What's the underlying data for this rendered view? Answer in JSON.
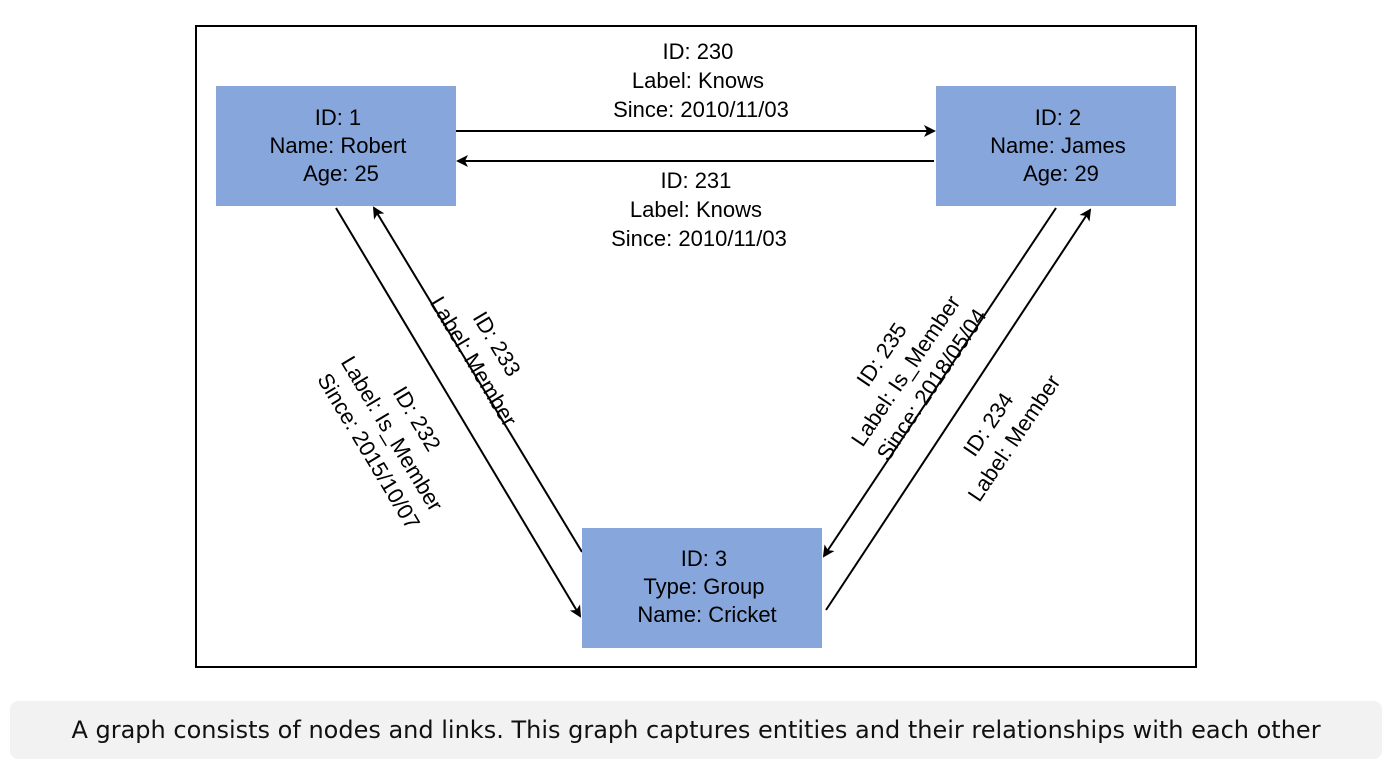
{
  "nodes": [
    {
      "lines": [
        "ID: 1",
        "Name: Robert",
        "Age: 25"
      ]
    },
    {
      "lines": [
        "ID: 2",
        "Name: James",
        "Age: 29"
      ]
    },
    {
      "lines": [
        "ID: 3",
        "Type: Group",
        "Name: Cricket"
      ]
    }
  ],
  "edges": [
    {
      "lines": [
        "ID: 230",
        "Label: Knows",
        "Since: 2010/11/03"
      ]
    },
    {
      "lines": [
        "ID: 231",
        "Label: Knows",
        "Since: 2010/11/03"
      ]
    },
    {
      "lines": [
        "ID: 232",
        "Label: Is_Member",
        "Since: 2015/10/07"
      ]
    },
    {
      "lines": [
        "ID: 233",
        "Label: Member"
      ]
    },
    {
      "lines": [
        "ID: 234",
        "Label: Member"
      ]
    },
    {
      "lines": [
        "ID: 235",
        "Label: Is_Member",
        "Since: 2018/05/04"
      ]
    }
  ],
  "caption": "A graph consists of nodes and links. This graph captures entities and their relationships with each other"
}
